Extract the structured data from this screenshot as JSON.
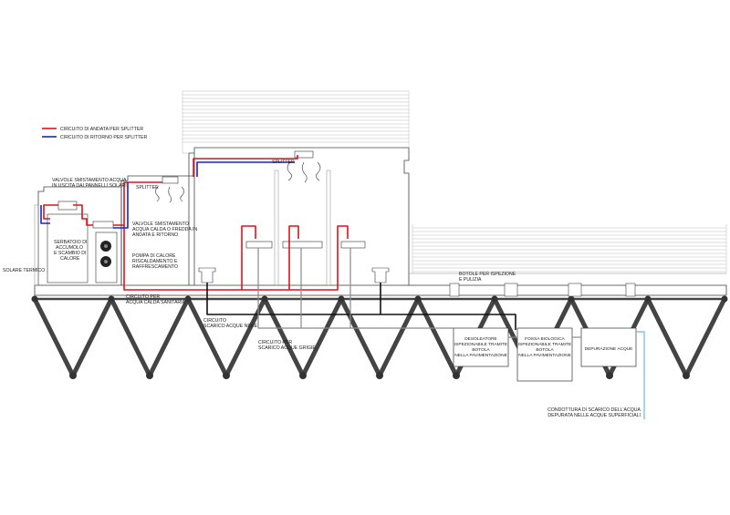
{
  "colors": {
    "supply": "#d8161c",
    "return": "#1b23c8",
    "black_waste": "#111111",
    "grey_waste": "#8a8a8a",
    "discharge": "#66b7e6",
    "structure": "#444444"
  },
  "legend": {
    "supply_label": "CIRCUITO DI ANDATA PER SPLITTER",
    "return_label": "CIRCUITO DI RITORNO PER SPLITTER"
  },
  "labels": {
    "splitter_main": "SPLITTER",
    "splitter_small": "SPLITTER",
    "solar_valves": [
      "VALVOLE SMISTAMENTO ACQUA",
      "IN USCITA DAI PANNELLI SOLARI"
    ],
    "hot_cold_valves": [
      "VALVOLE SMISTAMENTO",
      "ACQUA CALDA O FREDDA IN",
      "ANDATA E RITORNO"
    ],
    "heat_pump": [
      "POMPA DI CALORE",
      "RISCALDAMENTO E",
      "RAFFRESCAMENTO"
    ],
    "storage_tank": [
      "SERBATOIO DI",
      "ACCUMOLO",
      "E SCAMBIO DI",
      "CALORE"
    ],
    "solar_thermal": "SOLARE TERMICO",
    "hot_water_circuit": [
      "CIRCUITO PER",
      "ACQUA CALDA SANITARIA"
    ],
    "black_water_circuit": [
      "CIRCUITO",
      "SCARICO ACQUE NERE"
    ],
    "grey_water_circuit": [
      "CIRCUITO PER",
      "SCARICO ACQUE GRIGIE"
    ],
    "inspection_hatch": [
      "BOTOLE PER ISPEZIONE",
      "E PULIZIA"
    ],
    "degreaser": [
      "DESOLEATORE",
      "ISPEZIONABILE TRAMITE",
      "BOTOLA",
      "NELLA PAVIMENTAZIONE"
    ],
    "septic_tank": [
      "FOSSA BIOLOGICA",
      "ISPEZIONABILE TRAMITE",
      "BOTOLA",
      "NELLA PAVIMENTAZIONE"
    ],
    "water_purification": "DEPURAZIONE ACQUE",
    "discharge_pipe": [
      "CONDOTTURA DI SCARICO DELL'ACQUA",
      "DEPURATA NELLE ACQUE SUPERFICIALI"
    ]
  }
}
